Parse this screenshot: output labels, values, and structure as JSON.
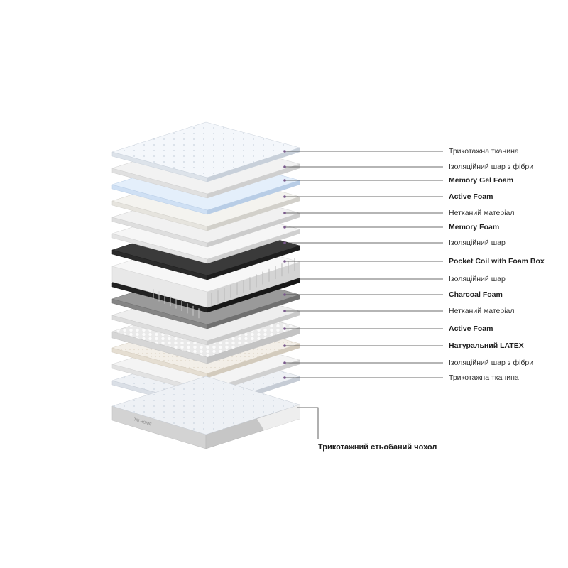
{
  "layers": [
    {
      "label": "Трикотажна тканина",
      "bold": false,
      "type": "fabric",
      "top": "#f4f7fb",
      "side": "#dde3ea",
      "edge": "#c8d0da"
    },
    {
      "label": "Ізоляційний шар з фібри",
      "bold": false,
      "type": "fiber",
      "top": "#f2f2f2",
      "side": "#e0e0e0",
      "edge": "#cfcfcf"
    },
    {
      "label": "Memory Gel Foam",
      "bold": true,
      "type": "gel",
      "top": "#e4effb",
      "side": "#cfe0f4",
      "edge": "#b8cde6"
    },
    {
      "label": "Active Foam",
      "bold": true,
      "type": "foam",
      "top": "#f4f3ef",
      "side": "#e6e4de",
      "edge": "#d2d0ca"
    },
    {
      "label": "Нетканий матеріал",
      "bold": false,
      "type": "nonwoven",
      "top": "#f1f1f1",
      "side": "#dedede",
      "edge": "#cccccc"
    },
    {
      "label": "Memory Foam",
      "bold": true,
      "type": "foam",
      "top": "#f6f6f6",
      "side": "#e4e4e4",
      "edge": "#d0d0d0"
    },
    {
      "label": "Ізоляційний шар",
      "bold": false,
      "type": "dark",
      "top": "#3a3a3a",
      "side": "#2a2a2a",
      "edge": "#1e1e1e"
    },
    {
      "label": "Pocket Coil with Foam Box",
      "bold": true,
      "type": "coil",
      "top": "#f7f7f7",
      "side": "#e8e8e8",
      "edge": "#d4d4d4"
    },
    {
      "label": "Ізоляційний шар",
      "bold": false,
      "type": "dark",
      "top": "#2f2f2f",
      "side": "#222222",
      "edge": "#181818"
    },
    {
      "label": "Charcoal Foam",
      "bold": true,
      "type": "charcoal",
      "top": "#9a9a9a",
      "side": "#858585",
      "edge": "#707070"
    },
    {
      "label": "Нетканий матеріал",
      "bold": false,
      "type": "nonwoven",
      "top": "#eeeeee",
      "side": "#dcdcdc",
      "edge": "#c9c9c9"
    },
    {
      "label": "Active Foam",
      "bold": true,
      "type": "egg",
      "top": "#e9e9e9",
      "side": "#d6d6d6",
      "edge": "#c3c3c3"
    },
    {
      "label": "Натуральний LATEX",
      "bold": true,
      "type": "latex",
      "top": "#f3efe8",
      "side": "#e5ded2",
      "edge": "#d3cbbd"
    },
    {
      "label": "Ізоляційний шар з фібри",
      "bold": false,
      "type": "fiber",
      "top": "#f4f4f4",
      "side": "#e2e2e2",
      "edge": "#d0d0d0"
    },
    {
      "label": "Трикотажна тканина",
      "bold": false,
      "type": "fabric",
      "top": "#eef1f5",
      "side": "#dadfe6",
      "edge": "#c6ccd5"
    }
  ],
  "cover": {
    "label": "Трикотажний стьобаний чохол",
    "brand": "TM HOME",
    "top": "#eef1f5",
    "side": "#cfcfcf"
  },
  "colors": {
    "leader_line": "#3a3a3a",
    "dot": "#7a5a8c"
  }
}
